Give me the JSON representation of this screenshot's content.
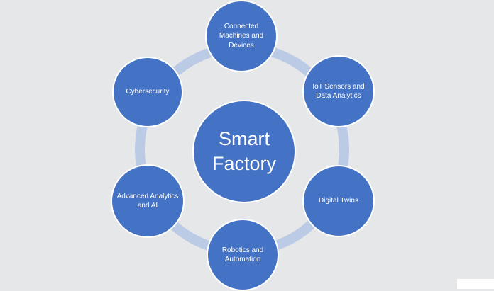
{
  "diagram": {
    "center": {
      "line1": "Smart",
      "line2": "Factory"
    },
    "nodes": {
      "top": "Connected Machines and Devices",
      "right_upper": "IoT Sensors and Data Analytics",
      "right_lower": "Digital Twins",
      "bottom": "Robotics and Automation",
      "left_lower": "Advanced Analytics and AI",
      "left_upper": "Cybersecurity"
    }
  },
  "colors": {
    "background": "#e6e7e9",
    "node_fill": "#4472c4",
    "node_border": "#ffffff",
    "ring": "#bccbe5",
    "text": "#ffffff"
  }
}
